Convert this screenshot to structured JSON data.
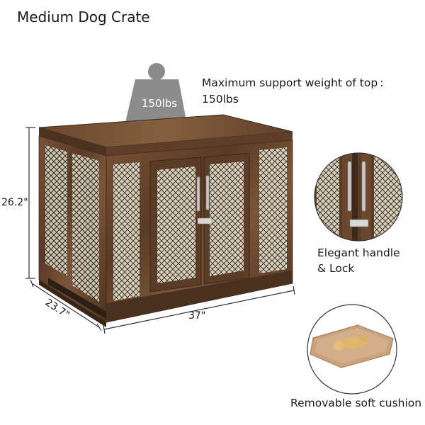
{
  "title": "Medium Dog Crate",
  "weight_callout": {
    "line1": "Maximum support weight of top :",
    "line2": "150lbs",
    "weight_label": "150lbs"
  },
  "dimensions": {
    "height": "26.2\"",
    "depth": "23.7\"",
    "width": "37\""
  },
  "features": [
    {
      "caption_line1": "Elegant handle",
      "caption_line2": "& Lock"
    },
    {
      "caption_line1": "Removable soft cushion"
    }
  ],
  "colors": {
    "wood": "#6e4a30",
    "wood_dark": "#3e2a1c",
    "weight": "#8c8c8c",
    "mesh": "#2b2b2b"
  }
}
